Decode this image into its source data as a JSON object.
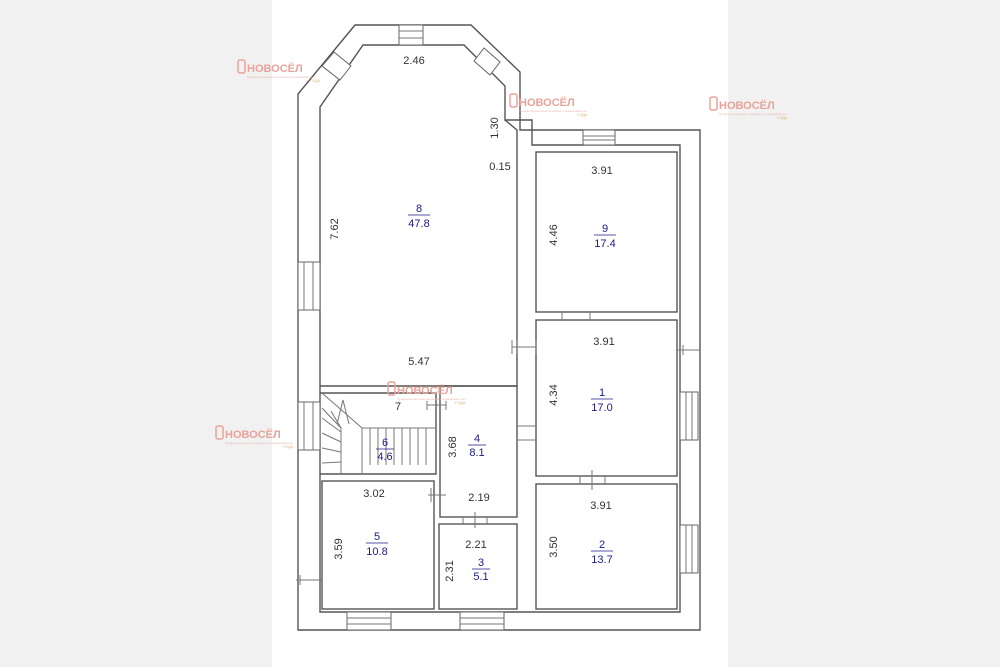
{
  "watermark": {
    "brand": "НОВОСЁЛ",
    "tagline": "Профессиональные операции с недвижимостью",
    "award": "ГОДА"
  },
  "rooms": [
    {
      "num": "8",
      "area": "47.8"
    },
    {
      "num": "9",
      "area": "17.4"
    },
    {
      "num": "1",
      "area": "17.0"
    },
    {
      "num": "2",
      "area": "13.7"
    },
    {
      "num": "4",
      "area": "8.1"
    },
    {
      "num": "6",
      "area": "4.6"
    },
    {
      "num": "5",
      "area": "10.8"
    },
    {
      "num": "3",
      "area": "5.1"
    }
  ],
  "labels": {
    "stair_num": "7"
  },
  "dimensions": [
    "2.46",
    "1.30",
    "0.15",
    "7.62",
    "5.47",
    "3.91",
    "4.46",
    "3.91",
    "4.34",
    "3.91",
    "3.50",
    "3.68",
    "2.19",
    "3.02",
    "3.59",
    "2.21",
    "2.31"
  ],
  "colors": {
    "walls": "#555555",
    "room_labels": "#1a1a8c",
    "watermark": "#e8a39a"
  }
}
